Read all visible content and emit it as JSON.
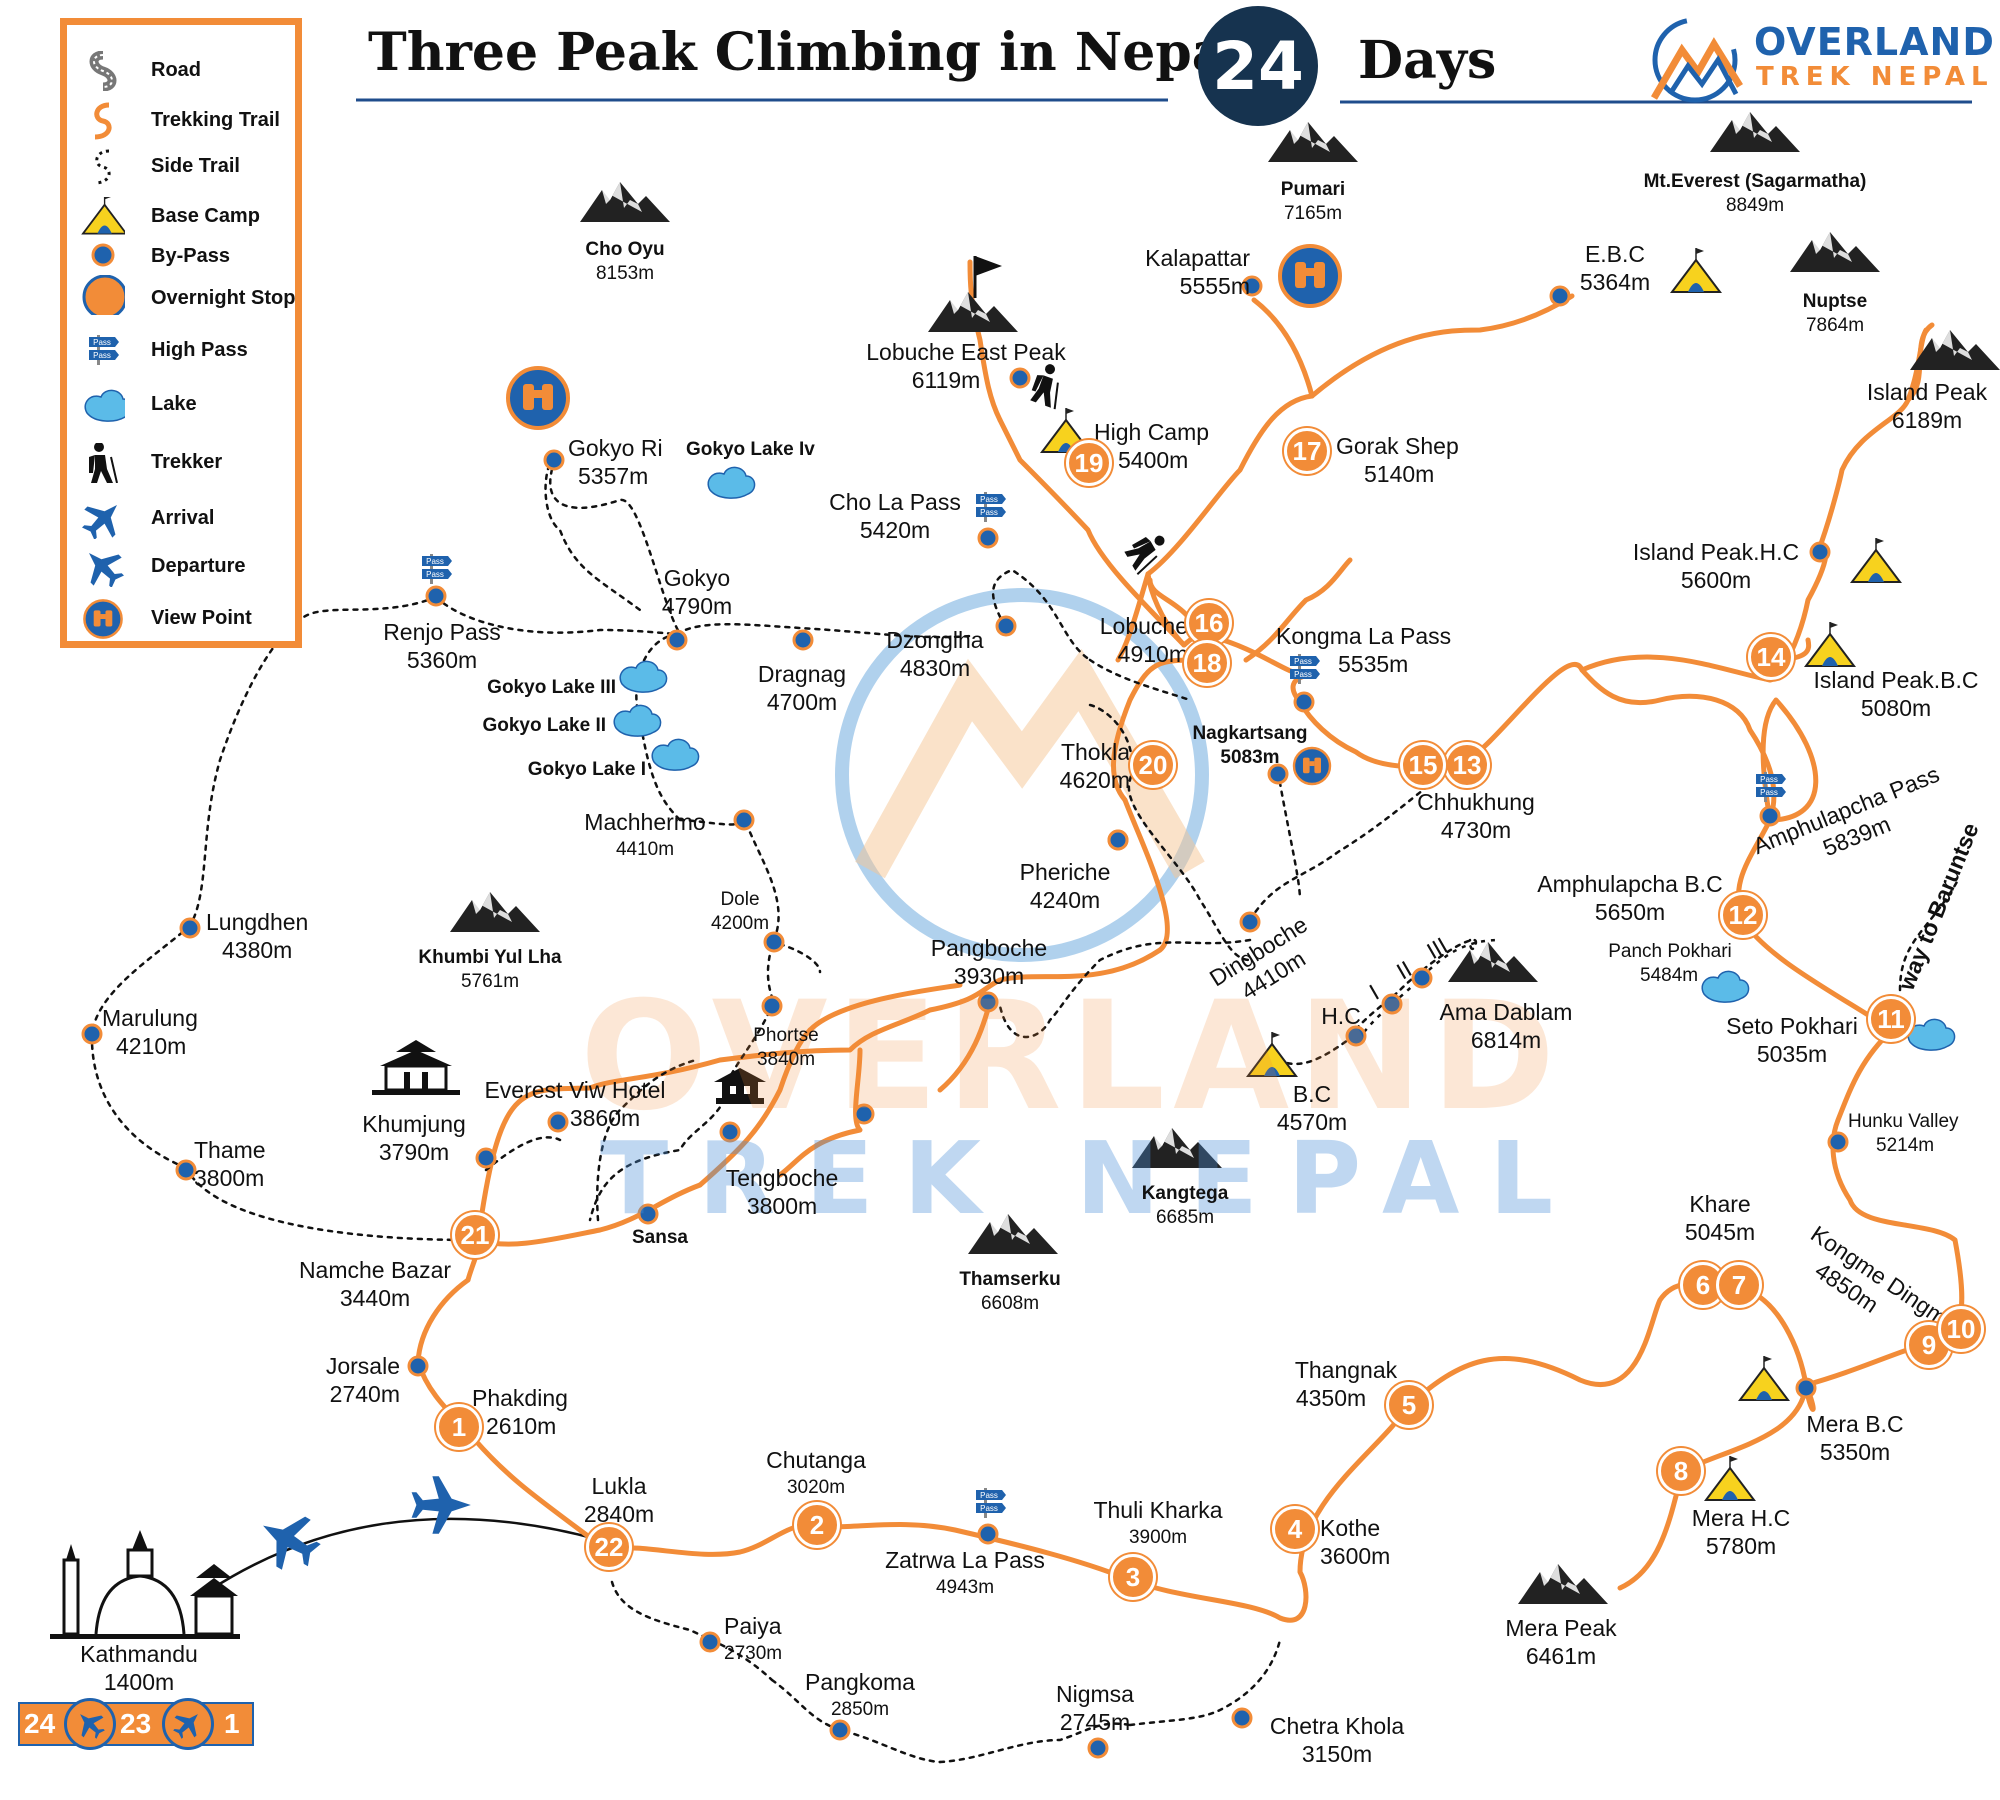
{
  "header": {
    "title": "Three Peak Climbing in Nepal",
    "days_number": "24",
    "days_word": "Days",
    "logo_top": "OVERLAND",
    "logo_bottom": "TREK NEPAL"
  },
  "legend": {
    "items": [
      {
        "icon": "road-icon",
        "label": "Road"
      },
      {
        "icon": "trekking-trail-icon",
        "label": "Trekking Trail"
      },
      {
        "icon": "side-trail-icon",
        "label": "Side Trail"
      },
      {
        "icon": "base-camp-tent-icon",
        "label": "Base  Camp"
      },
      {
        "icon": "by-pass-dot-icon",
        "label": "By-Pass"
      },
      {
        "icon": "overnight-stop-circle-icon",
        "label": "Overnight Stop"
      },
      {
        "icon": "high-pass-sign-icon",
        "label": "High Pass"
      },
      {
        "icon": "lake-icon",
        "label": "Lake"
      },
      {
        "icon": "trekker-icon",
        "label": "Trekker"
      },
      {
        "icon": "arrival-plane-icon",
        "label": "Arrival"
      },
      {
        "icon": "departure-plane-icon",
        "label": "Departure"
      },
      {
        "icon": "binoculars-icon",
        "label": "View Point"
      }
    ]
  },
  "watermark": {
    "line1": "OVERLAND",
    "line2": "TREK NEPAL"
  },
  "colors": {
    "route": "#f28c38",
    "dot": "#1f62ad",
    "navy": "#16334f",
    "lake": "#5bbbe8",
    "tent": "#f7d21e"
  },
  "peaks": [
    {
      "name": "Cho Oyu",
      "alt": "8153m"
    },
    {
      "name": "Pumari",
      "alt": "7165m"
    },
    {
      "name": "Mt.Everest (Sagarmatha)",
      "alt": "8849m"
    },
    {
      "name": "Nuptse",
      "alt": "7864m"
    },
    {
      "name": "Khumbi Yul Lha",
      "alt": "5761m"
    },
    {
      "name": "Kangtega",
      "alt": "6685m"
    },
    {
      "name": "Thamserku",
      "alt": "6608m"
    }
  ],
  "lakes": [
    {
      "name": "Gokyo Lake Iv"
    },
    {
      "name": "Gokyo Lake  III"
    },
    {
      "name": "Gokyo Lake  II"
    },
    {
      "name": "Gokyo Lake I"
    }
  ],
  "places": {
    "lobuche_east": {
      "name": "Lobuche East Peak",
      "alt": "6119m"
    },
    "high_camp": {
      "name": "High Camp",
      "alt": "5400m"
    },
    "kalapattar": {
      "name": "Kalapattar",
      "alt": "5555m"
    },
    "ebc": {
      "name": "E.B.C",
      "alt": "5364m"
    },
    "gorak_shep": {
      "name": "Gorak Shep",
      "alt": "5140m"
    },
    "island_peak": {
      "name": "Island Peak",
      "alt": "6189m"
    },
    "island_hc": {
      "name": "Island Peak.H.C",
      "alt": "5600m"
    },
    "island_bc": {
      "name": "Island Peak.B.C",
      "alt": "5080m"
    },
    "gokyo_ri": {
      "name": "Gokyo Ri",
      "alt": "5357m"
    },
    "cho_la": {
      "name": "Cho La Pass",
      "alt": "5420m"
    },
    "gokyo": {
      "name": "Gokyo",
      "alt": "4790m"
    },
    "renjo": {
      "name": "Renjo Pass",
      "alt": "5360m"
    },
    "dragnag": {
      "name": "Dragnag",
      "alt": "4700m"
    },
    "dzonglha": {
      "name": "Dzonglha",
      "alt": "4830m"
    },
    "lobuche": {
      "name": "Lobuche",
      "alt": "4910m"
    },
    "kongma_la": {
      "name": "Kongma La Pass",
      "alt": "5535m"
    },
    "thokla": {
      "name": "Thokla",
      "alt": "4620m"
    },
    "nagkartsang": {
      "name": "Nagkartsang",
      "alt": "5083m"
    },
    "chhukhung": {
      "name": "Chhukhung",
      "alt": "4730m"
    },
    "amphulapcha_pass": {
      "name": "Amphulapcha Pass",
      "alt": "5839m"
    },
    "amphulapcha_bc": {
      "name": "Amphulapcha B.C",
      "alt": "5650m"
    },
    "panch_pokhari": {
      "name": "Panch Pokhari",
      "alt": "5484m"
    },
    "way_baruntse": {
      "name": "way to Baruntse"
    },
    "seto_pokhari": {
      "name": "Seto Pokhari",
      "alt": "5035m"
    },
    "machhermo": {
      "name": "Machhermo",
      "alt": "4410m"
    },
    "pheriche": {
      "name": "Pheriche",
      "alt": "4240m"
    },
    "dole": {
      "name": "Dole",
      "alt": "4200m"
    },
    "lungdhen": {
      "name": "Lungdhen",
      "alt": "4380m"
    },
    "pangboche": {
      "name": "Pangboche",
      "alt": "3930m"
    },
    "dingboche": {
      "name": "Dingboche",
      "alt": "4410m"
    },
    "marulung": {
      "name": "Marulung",
      "alt": "4210m"
    },
    "phortse": {
      "name": "Phortse",
      "alt": "3840m"
    },
    "hc": {
      "name": "H.C"
    },
    "camp_i": {
      "name": "I"
    },
    "camp_ii": {
      "name": "II"
    },
    "camp_iii": {
      "name": "III"
    },
    "ama_dablam": {
      "name": "Ama Dablam",
      "alt": "6814m"
    },
    "ama_bc": {
      "name": "B.C",
      "alt": "4570m"
    },
    "everest_view": {
      "name": "Everest Viw Hotel",
      "alt": "3860m"
    },
    "khumjung": {
      "name": "Khumjung",
      "alt": "3790m"
    },
    "hunku": {
      "name": "Hunku Valley",
      "alt": "5214m"
    },
    "thame": {
      "name": "Thame",
      "alt": "3800m"
    },
    "tengboche": {
      "name": "Tengboche",
      "alt": "3800m"
    },
    "sansa": {
      "name": "Sansa"
    },
    "khare": {
      "name": "Khare",
      "alt": "5045m"
    },
    "kongme_dingma": {
      "name": "Kongme Dingma",
      "alt": "4850m"
    },
    "namche": {
      "name": "Namche Bazar",
      "alt": "3440m"
    },
    "jorsale": {
      "name": "Jorsale",
      "alt": "2740m"
    },
    "thangnak": {
      "name": "Thangnak",
      "alt": "4350m"
    },
    "phakding": {
      "name": "Phakding",
      "alt": "2610m"
    },
    "mera_bc": {
      "name": "Mera B.C",
      "alt": "5350m"
    },
    "chutanga": {
      "name": "Chutanga",
      "alt": "3020m"
    },
    "lukla": {
      "name": "Lukla",
      "alt": "2840m"
    },
    "thuli_kharka": {
      "name": "Thuli Kharka",
      "alt": "3900m"
    },
    "kothe": {
      "name": "Kothe",
      "alt": "3600m"
    },
    "mera_hc": {
      "name": "Mera H.C",
      "alt": "5780m"
    },
    "zatrwa": {
      "name": "Zatrwa La Pass",
      "alt": "4943m"
    },
    "mera_peak": {
      "name": "Mera Peak",
      "alt": "6461m"
    },
    "paiya": {
      "name": "Paiya",
      "alt": "2730m"
    },
    "pangkoma": {
      "name": "Pangkoma",
      "alt": "2850m"
    },
    "nigmsa": {
      "name": "Nigmsa",
      "alt": "2745m"
    },
    "chetra_khola": {
      "name": "Chetra Khola",
      "alt": "3150m"
    },
    "kathmandu": {
      "name": "Kathmandu",
      "alt": "1400m"
    }
  },
  "days": {
    "d1": "1",
    "d2": "2",
    "d3": "3",
    "d4": "4",
    "d5": "5",
    "d6": "6",
    "d7": "7",
    "d8": "8",
    "d9": "9",
    "d10": "10",
    "d11": "11",
    "d12": "12",
    "d13": "13",
    "d14": "14",
    "d15": "15",
    "d16": "16",
    "d17": "17",
    "d18": "18",
    "d19": "19",
    "d20": "20",
    "d21": "21",
    "d22": "22",
    "d23": "23",
    "d24": "24"
  },
  "pass_sign": {
    "line1": "Pass",
    "line2": "Pass"
  }
}
